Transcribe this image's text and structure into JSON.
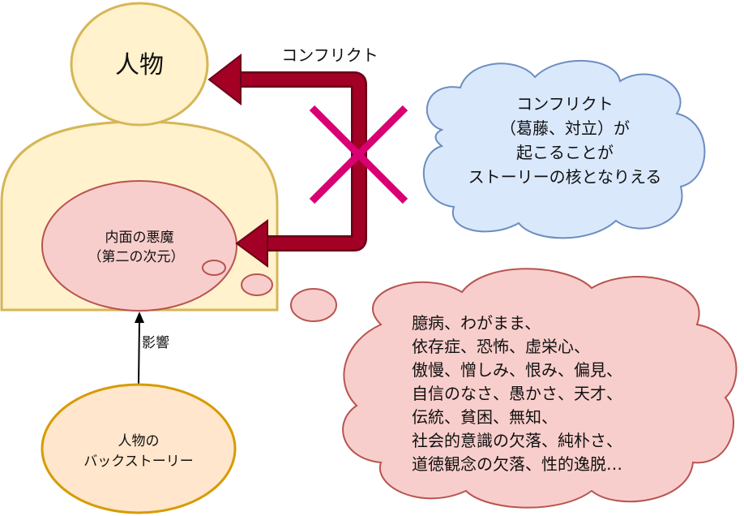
{
  "person": {
    "head_label": "人物"
  },
  "inner_demon": {
    "line1": "内面の悪魔",
    "line2": "（第二の次元）"
  },
  "conflict_arrow_label": "コンフリクト",
  "conflict_note": {
    "lines": [
      "コンフリクト",
      "（葛藤、対立）が",
      "起こることが",
      "ストーリーの核となりえる"
    ]
  },
  "demon_examples": {
    "lines": [
      "臆病、わがまま、",
      "依存症、恐怖、虚栄心、",
      "傲慢、憎しみ、恨み、偏見、",
      "自信のなさ、愚かさ、天才、",
      "伝統、貧困、無知、",
      "社会的意識の欠落、純朴さ、",
      "道徳観念の欠落、性的逸脱…"
    ]
  },
  "influence_label": "影響",
  "backstory": {
    "line1": "人物の",
    "line2": "バックストーリー"
  },
  "colors": {
    "person_fill": "#fff2cc",
    "person_stroke": "#d6b656",
    "demon_fill": "#f8cecc",
    "demon_stroke": "#b85450",
    "arrow": "#a20025",
    "cross": "#d80073",
    "note_fill": "#dae8fc",
    "note_stroke": "#6c8ebf",
    "backstory_fill": "#ffe6cc",
    "backstory_stroke": "#d79b00"
  }
}
